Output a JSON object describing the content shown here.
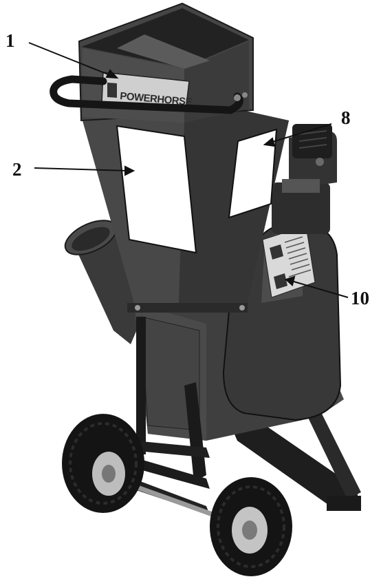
{
  "brand": "POWERHORSE",
  "callouts": [
    {
      "label": "1"
    },
    {
      "label": "2"
    },
    {
      "label": "8"
    },
    {
      "label": "10"
    }
  ],
  "colors": {
    "body": "#3d3d3d",
    "body_dark": "#262626",
    "body_light": "#5a5a5a",
    "frame": "#1c1c1c",
    "tire": "#151515",
    "rim": "#bdbdbd",
    "label_panel": "#ffffff",
    "decal": "#d6d6d6"
  }
}
